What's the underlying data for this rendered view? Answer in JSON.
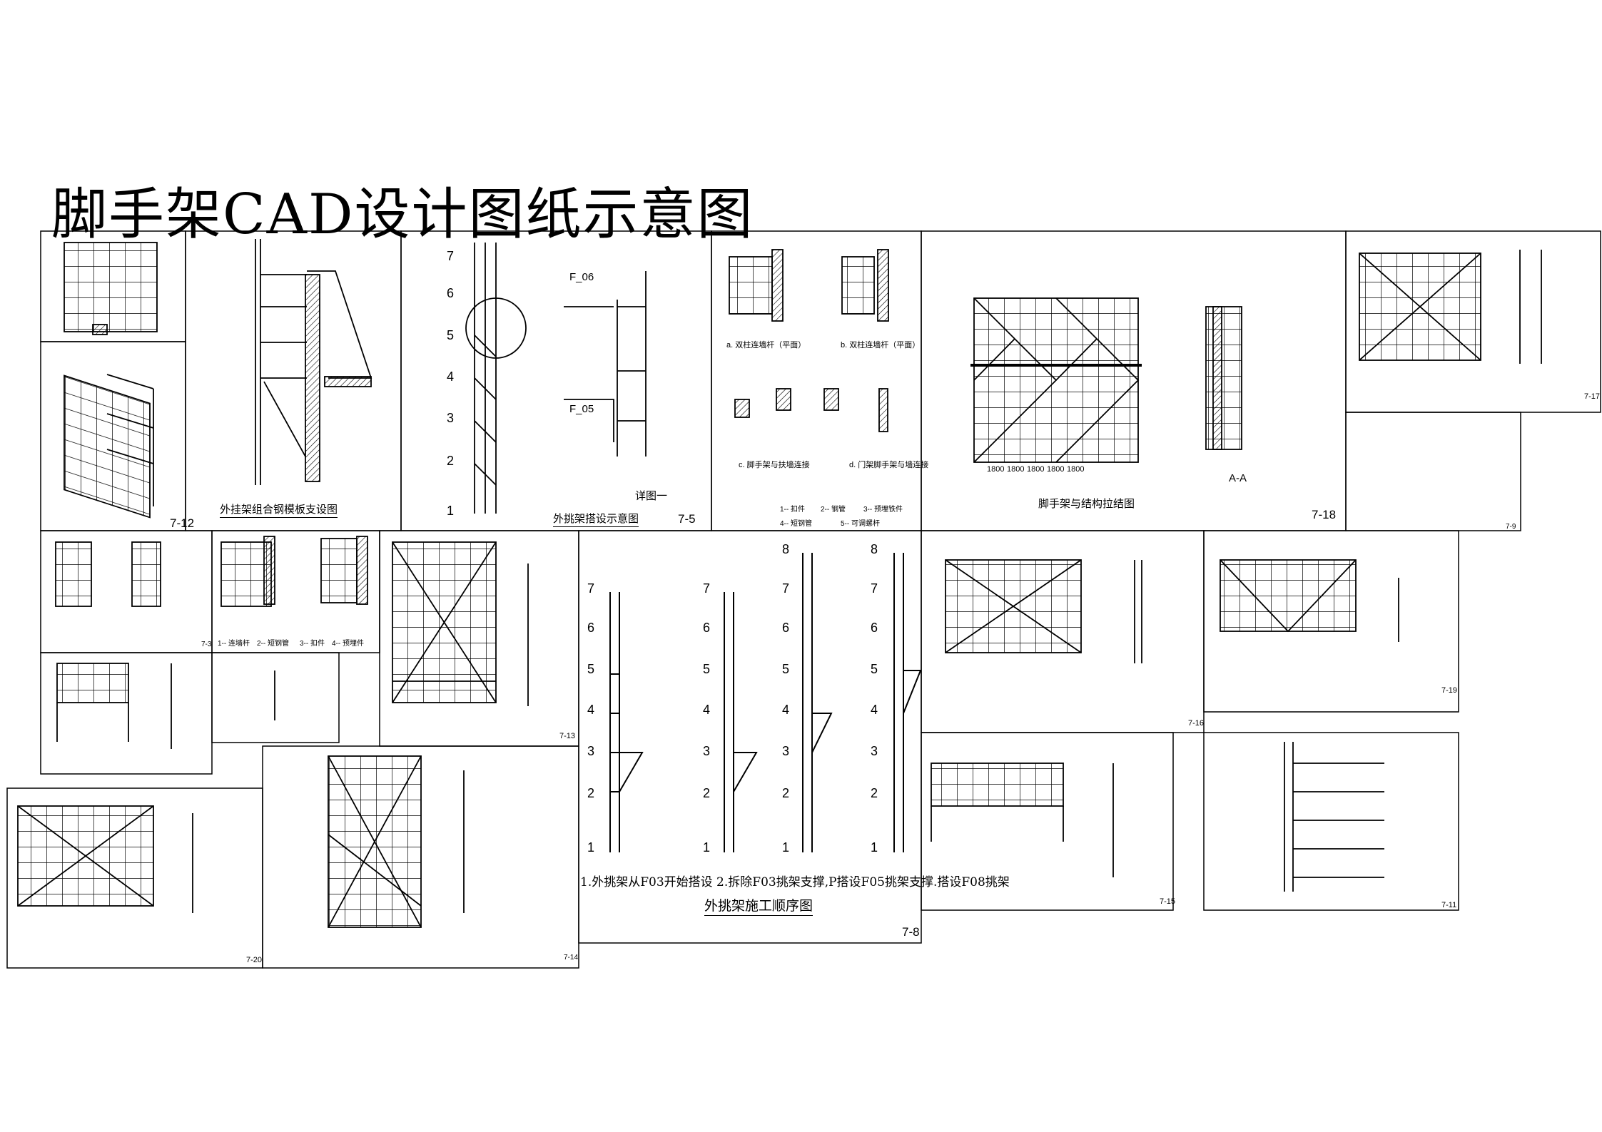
{
  "title": "脚手架CAD设计图纸示意图",
  "panels": {
    "p_7_12": {
      "code": "7-12"
    },
    "p_support": {
      "caption": "外挂架组合钢模板支设图"
    },
    "p_7_5": {
      "code": "7-5",
      "caption": "外挑架搭设示意图",
      "detail": "详图一",
      "levels": [
        "7",
        "6",
        "5",
        "4",
        "3",
        "2",
        "1"
      ],
      "tag_f06": "F_06",
      "tag_f05": "F_05"
    },
    "p_details": {
      "label_a": "a. 双柱连墙杆（平面）",
      "label_b": "b. 双柱连墙杆（平面）",
      "label_c": "c. 脚手架与扶墙连接",
      "label_d": "d. 门架脚手架与墙连接",
      "legend": [
        "1-- 扣件",
        "2-- 钢管",
        "3-- 预埋铁件",
        "4-- 短钢管",
        "5-- 可调螺杆"
      ]
    },
    "p_7_18": {
      "code": "7-18",
      "caption": "脚手架与结构拉结图",
      "section": "A-A",
      "dims": [
        "1800",
        "1800",
        "1800",
        "1800",
        "1800"
      ]
    },
    "p_7_17": {
      "code": "7-17"
    },
    "p_7_9": {
      "code": "7-9"
    },
    "p_7_3": {
      "code": "7-3"
    },
    "p_wall": {
      "legend": [
        "1-- 连墙杆",
        "2-- 短钢管",
        "3-- 扣件",
        "4-- 预埋件"
      ]
    },
    "p_7_13": {
      "code": "7-13"
    },
    "p_7_8": {
      "code": "7-8",
      "caption": "外挑架施工顺序图",
      "note": "1.外挑架从F03开始搭设 2.拆除F03挑架支撑,P搭设F05挑架支撑.搭设F08挑架",
      "levels_a": [
        "7",
        "6",
        "5",
        "4",
        "3",
        "2",
        "1"
      ],
      "levels_b": [
        "8",
        "7",
        "6",
        "5",
        "4",
        "3",
        "2",
        "1"
      ]
    },
    "p_7_16": {
      "code": "7-16"
    },
    "p_7_19": {
      "code": "7-19"
    },
    "p_7_15": {
      "code": "7-15"
    },
    "p_7_11": {
      "code": "7-11"
    },
    "p_7_20": {
      "code": "7-20"
    },
    "p_7_14": {
      "code": "7-14"
    }
  }
}
